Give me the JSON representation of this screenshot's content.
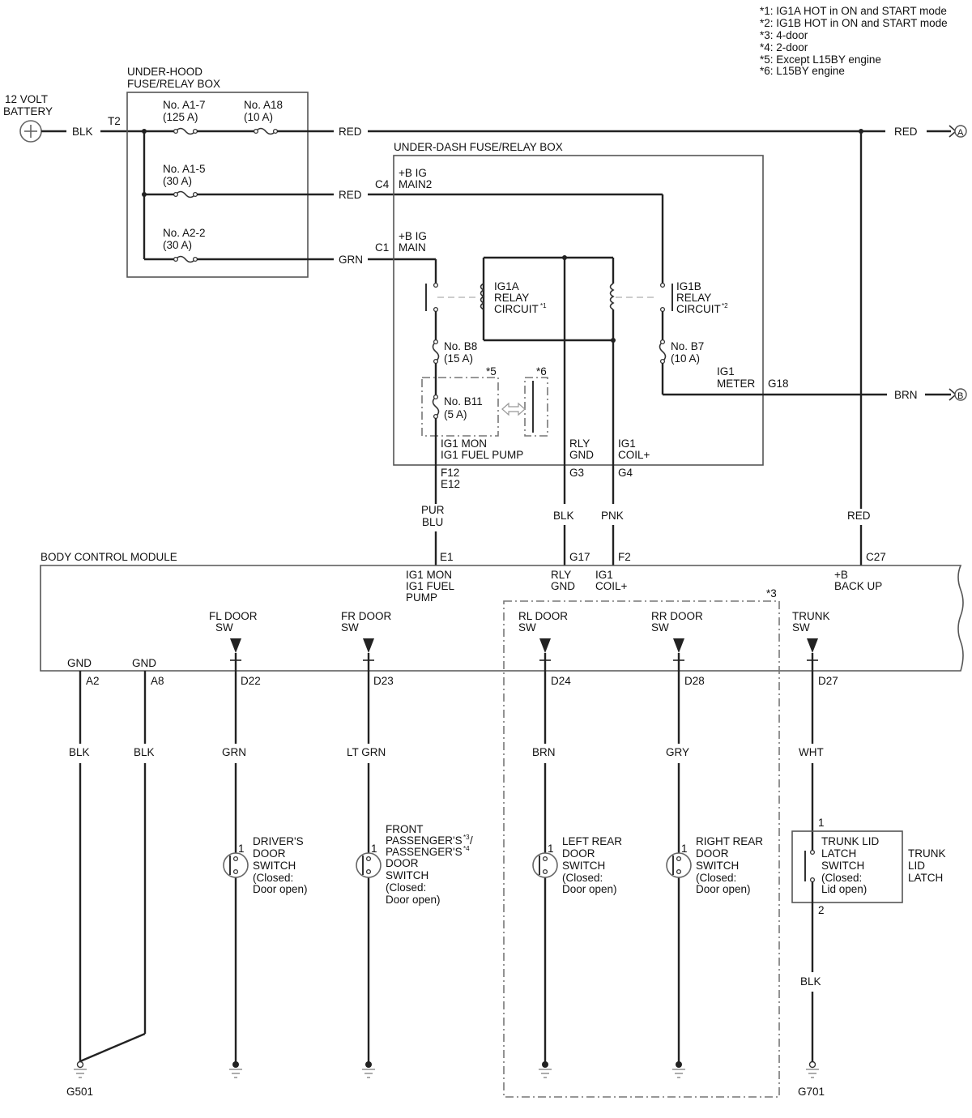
{
  "notes": [
    "*1: IG1A HOT in ON and START mode",
    "*2: IG1B HOT in ON and START mode",
    "*3: 4-door",
    "*4: 2-door",
    "*5: Except L15BY engine",
    "*6: L15BY engine"
  ],
  "battery": {
    "line1": "12 VOLT",
    "line2": "BATTERY",
    "wire": "BLK",
    "terminal": "T2"
  },
  "under_hood": {
    "title1": "UNDER-HOOD",
    "title2": "FUSE/RELAY BOX",
    "fuse_a17": [
      "No. A1-7",
      "(125 A)"
    ],
    "fuse_a18": [
      "No. A18",
      "(10 A)"
    ],
    "fuse_a15": [
      "No. A1-5",
      "(30 A)"
    ],
    "fuse_a22": [
      "No. A2-2",
      "(30 A)"
    ]
  },
  "wires": {
    "red_top": "RED",
    "red_top_right": "RED",
    "red_c4": "RED",
    "grn_c1": "GRN",
    "brn_right": "BRN",
    "connector_a": "A",
    "connector_b": "B",
    "pur": "PUR",
    "blu": "BLU",
    "blk_rly": "BLK",
    "pnk": "PNK",
    "red_backup": "RED"
  },
  "under_dash": {
    "title": "UNDER-DASH FUSE/RELAY BOX",
    "c4": "C4",
    "c4_label": [
      "+B IG",
      "MAIN2"
    ],
    "c1": "C1",
    "c1_label": [
      "+B IG",
      "MAIN"
    ],
    "ig1a": [
      "IG1A",
      "RELAY",
      "CIRCUIT"
    ],
    "ig1b": [
      "IG1B",
      "RELAY",
      "CIRCUIT"
    ],
    "b8": [
      "No. B8",
      "(15 A)"
    ],
    "b7": [
      "No. B7",
      "(10 A)"
    ],
    "b11": [
      "No. B11",
      "(5 A)"
    ],
    "ig1_meter": [
      "IG1",
      "METER"
    ],
    "g18": "G18",
    "mon_label": [
      "IG1 MON",
      "IG1 FUEL PUMP"
    ],
    "rly_gnd": [
      "RLY",
      "GND"
    ],
    "ig1_coil": [
      "IG1",
      "COIL+"
    ],
    "f12": "F12",
    "e12": "E12",
    "g3": "G3",
    "g4": "G4"
  },
  "bcm": {
    "title": "BODY CONTROL MODULE",
    "e1": "E1",
    "g17": "G17",
    "f2": "F2",
    "c27": "C27",
    "mon": [
      "IG1 MON",
      "IG1 FUEL",
      "PUMP"
    ],
    "rly_gnd": [
      "RLY",
      "GND"
    ],
    "ig1_coil": [
      "IG1",
      "COIL+"
    ],
    "backup": [
      "+B",
      "BACK UP"
    ]
  },
  "door_inputs": [
    {
      "label": [
        "FL DOOR",
        "SW"
      ],
      "pin": "D22",
      "wire": "GRN"
    },
    {
      "label": [
        "FR DOOR",
        "SW"
      ],
      "pin": "D23",
      "wire": "LT GRN"
    },
    {
      "label": [
        "RL DOOR",
        "SW"
      ],
      "pin": "D24",
      "wire": "BRN"
    },
    {
      "label": [
        "RR DOOR",
        "SW"
      ],
      "pin": "D28",
      "wire": "GRY"
    },
    {
      "label": [
        "TRUNK",
        "SW"
      ],
      "pin": "D27",
      "wire": "WHT"
    }
  ],
  "grounds": [
    {
      "label": "GND",
      "pin": "A2",
      "wire": "BLK"
    },
    {
      "label": "GND",
      "pin": "A8",
      "wire": "BLK"
    }
  ],
  "switches": {
    "driver": [
      "DRIVER'S",
      "DOOR",
      "SWITCH",
      "(Closed:",
      "Door open)"
    ],
    "front_pass": [
      "FRONT",
      "PASSENGER'S",
      "/",
      "PASSENGER'S",
      "DOOR",
      "SWITCH",
      "(Closed:",
      "Door open)"
    ],
    "left_rear": [
      "LEFT REAR",
      "DOOR",
      "SWITCH",
      "(Closed:",
      "Door open)"
    ],
    "right_rear": [
      "RIGHT REAR",
      "DOOR",
      "SWITCH",
      "(Closed:",
      "Door open)"
    ],
    "trunk": [
      "TRUNK LID",
      "LATCH",
      "SWITCH",
      "(Closed:",
      "Lid open)"
    ],
    "trunk_box": [
      "TRUNK",
      "LID",
      "LATCH"
    ],
    "pin1": "1",
    "pin2": "2",
    "trunk_wire": "BLK"
  },
  "ground_points": {
    "left": "G501",
    "right": "G701"
  },
  "marks": {
    "s1": "*1",
    "s2": "*2",
    "s3": "*3",
    "s4": "*4",
    "s5": "*5",
    "s6": "*6"
  }
}
